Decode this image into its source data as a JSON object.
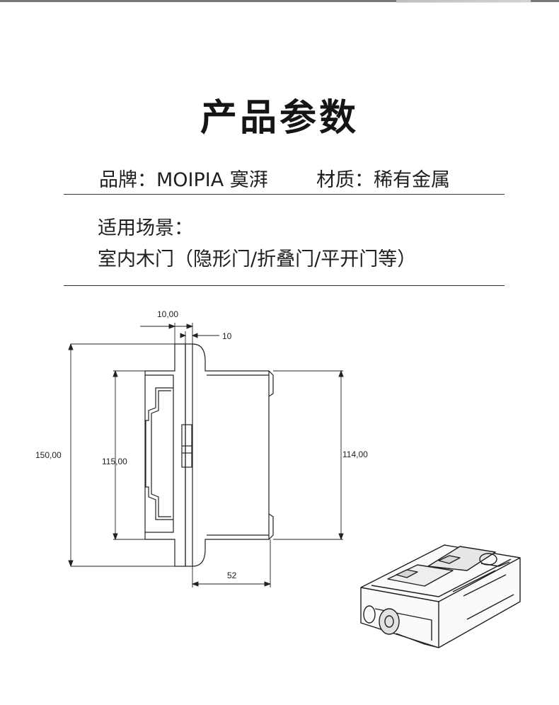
{
  "title": "产品参数",
  "specs": {
    "brand_label": "品牌：",
    "brand_value": "MOIPIA 寞湃",
    "material_label": "材质：",
    "material_value": "稀有金属",
    "scene_label": "适用场景：",
    "scene_value": "室内木门（隐形门/折叠门/平开门等）"
  },
  "dimensions": {
    "top_width": "10,00",
    "pin_width": "10",
    "overall_height": "150,00",
    "left_body_height": "115,00",
    "right_body_height": "114,00",
    "depth": "52"
  },
  "colors": {
    "text": "#1a1a1a",
    "line": "#333333",
    "drawing": "#222222"
  }
}
